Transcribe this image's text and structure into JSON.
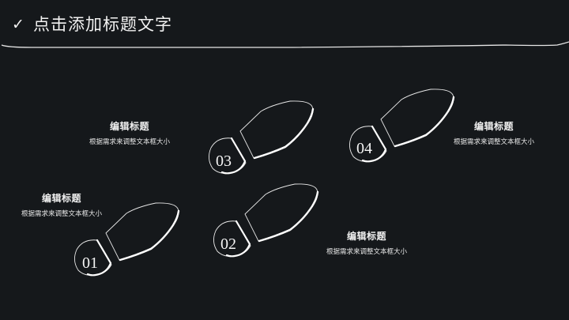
{
  "header": {
    "check_icon": "✓",
    "title": "点击添加标题文字"
  },
  "colors": {
    "background": "#15181b",
    "foreground": "#f2f2f2"
  },
  "steps": [
    {
      "number": "01",
      "title": "编辑标题",
      "description": "根据需求来调整文本框大小"
    },
    {
      "number": "02",
      "title": "编辑标题",
      "description": "根据需求来调整文本框大小"
    },
    {
      "number": "03",
      "title": "编辑标题",
      "description": "根据需求来调整文本框大小"
    },
    {
      "number": "04",
      "title": "编辑标题",
      "description": "根据需求来调整文本框大小"
    }
  ]
}
